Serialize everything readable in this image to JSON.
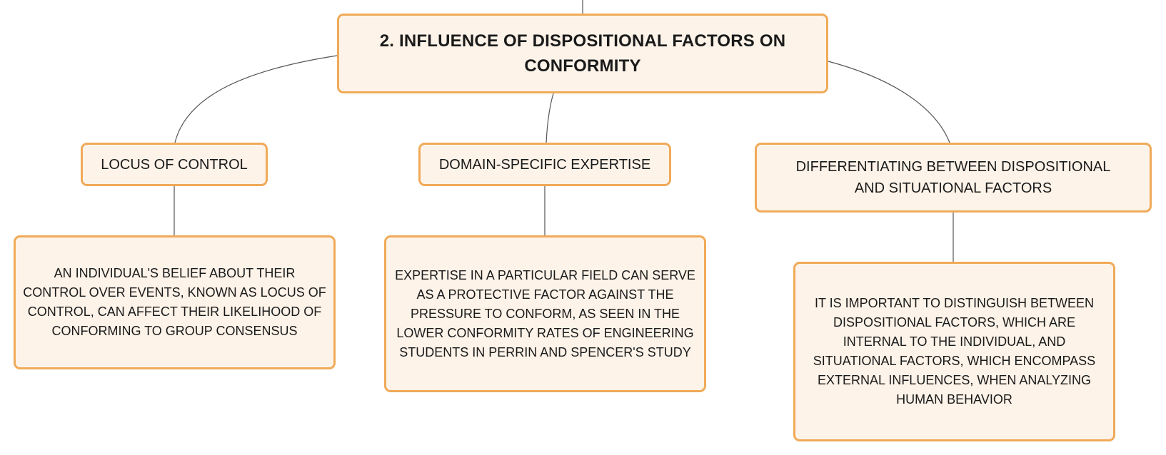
{
  "diagram": {
    "root": {
      "label": "2. INFLUENCE OF DISPOSITIONAL FACTORS ON CONFORMITY"
    },
    "branches": [
      {
        "label": "LOCUS OF CONTROL",
        "detail": "AN INDIVIDUAL'S BELIEF ABOUT THEIR CONTROL OVER EVENTS, KNOWN AS LOCUS OF CONTROL, CAN AFFECT THEIR LIKELIHOOD OF CONFORMING TO GROUP CONSENSUS"
      },
      {
        "label": "DOMAIN-SPECIFIC EXPERTISE",
        "detail": "EXPERTISE IN A PARTICULAR FIELD CAN SERVE AS A PROTECTIVE FACTOR AGAINST THE PRESSURE TO CONFORM, AS SEEN IN THE LOWER CONFORMITY RATES OF ENGINEERING STUDENTS IN PERRIN AND SPENCER'S STUDY"
      },
      {
        "label": "DIFFERENTIATING BETWEEN DISPOSITIONAL AND SITUATIONAL FACTORS",
        "detail": "IT IS IMPORTANT TO DISTINGUISH BETWEEN DISPOSITIONAL FACTORS, WHICH ARE INTERNAL TO THE INDIVIDUAL, AND SITUATIONAL FACTORS, WHICH ENCOMPASS EXTERNAL INFLUENCES, WHEN ANALYZING HUMAN BEHAVIOR"
      }
    ],
    "colors": {
      "node_fill": "#fdf3e9",
      "node_border": "#f0aa58",
      "connector": "#555555",
      "text": "#1a1a1a"
    }
  }
}
